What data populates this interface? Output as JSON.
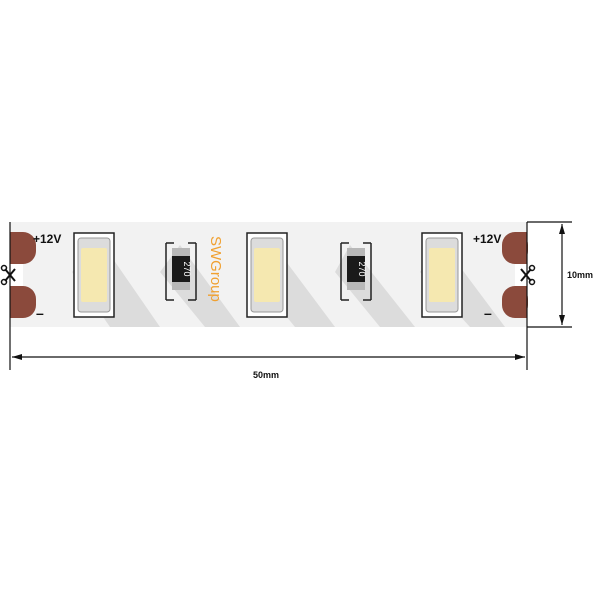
{
  "strip": {
    "polarity_left_plus": "+12V",
    "polarity_left_minus": "–",
    "polarity_right_plus": "+12V",
    "polarity_right_minus": "–",
    "brand_logo_text": "SWGroup",
    "resistor_1_code": "270",
    "resistor_2_code": "270"
  },
  "dimensions": {
    "length_label": "50mm",
    "width_label": "10mm"
  },
  "colors": {
    "strip_base": "#f2f2f2",
    "solder_pad": "#8b4a3c",
    "led_body": "#f5e8b0",
    "logo": "#f0a030",
    "resistor": "#1a1a1a",
    "shadow": "#dcdcdc"
  },
  "icons": [
    "scissors-icon",
    "scissors-icon"
  ]
}
